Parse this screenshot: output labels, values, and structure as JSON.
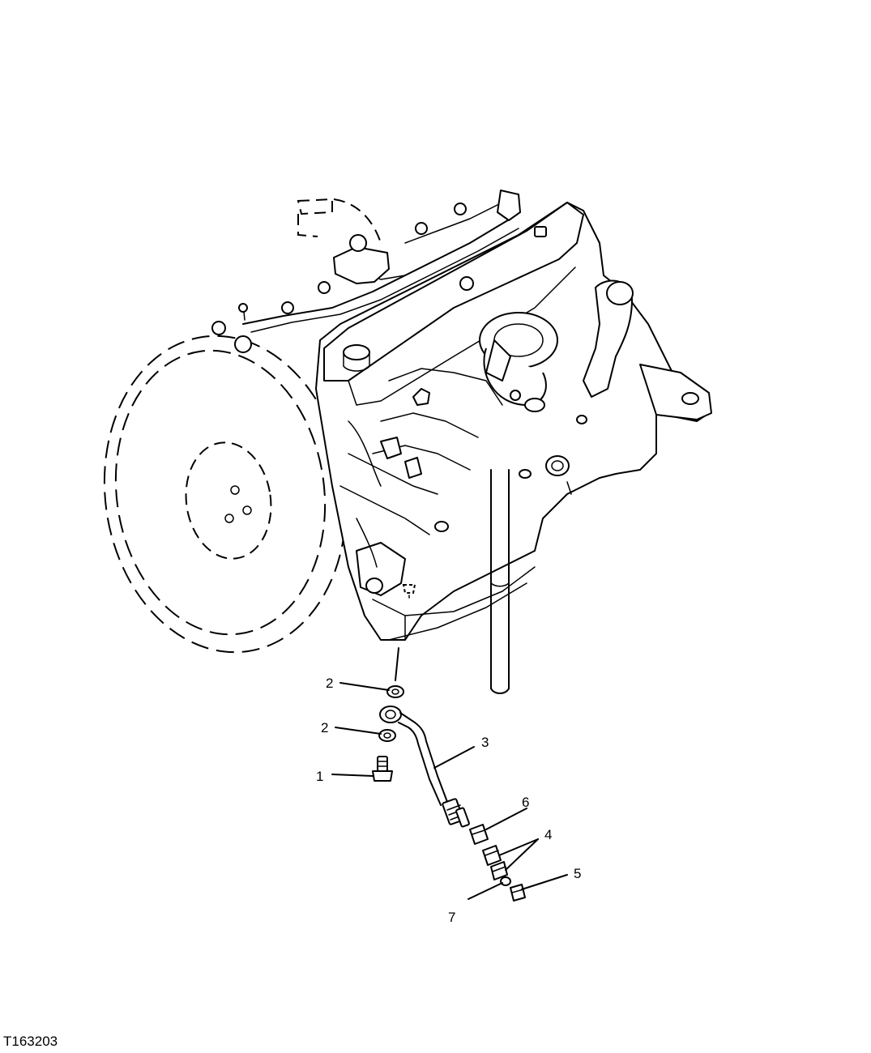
{
  "figure_id": "T163203",
  "callouts": {
    "c1": "1",
    "c2a": "2",
    "c2b": "2",
    "c3": "3",
    "c4": "4",
    "c5": "5",
    "c6": "6",
    "c7": "7"
  }
}
